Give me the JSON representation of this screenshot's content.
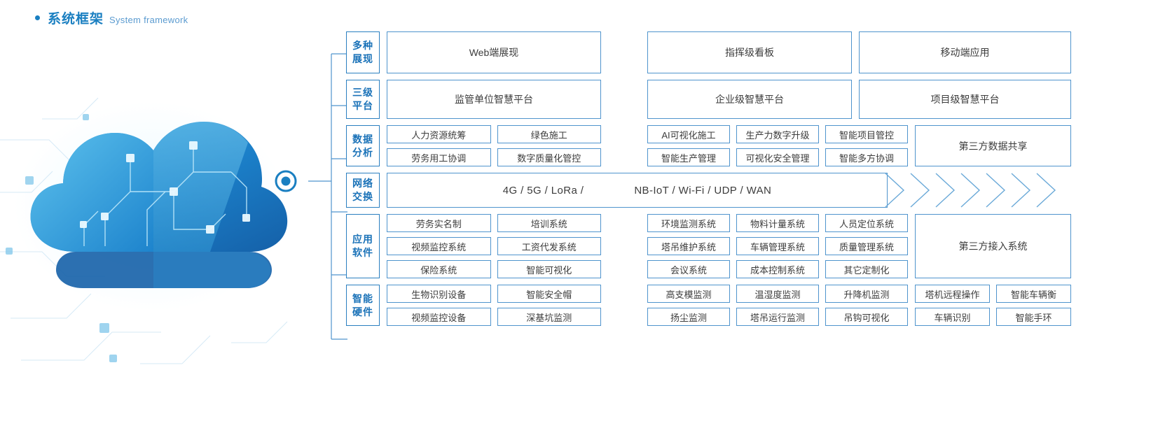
{
  "header": {
    "bullet_icon": "bullet-dot-icon",
    "title_cn": "系统框架",
    "title_en": "System framework",
    "accent_color": "#1a7fc1"
  },
  "colors": {
    "label_border": "#2a7fc0",
    "label_text": "#1a72b8",
    "box_border": "#4f94cd",
    "box_text": "#3c3c3c",
    "cloud_blue": "#1b8fd4",
    "cloud_deep": "#1560a8"
  },
  "rows": [
    {
      "id": "presentation",
      "label": "多种\n展现",
      "groups": [
        {
          "id": "g1",
          "lines": [
            [
              "Web端展现"
            ]
          ]
        },
        {
          "id": "g2",
          "lines": [
            [
              "指挥级看板"
            ]
          ]
        },
        {
          "id": "g3",
          "lines": [
            [
              "移动端应用"
            ]
          ]
        }
      ]
    },
    {
      "id": "three-tier-platform",
      "label": "三级\n平台",
      "groups": [
        {
          "id": "g1",
          "lines": [
            [
              "监管单位智慧平台"
            ]
          ]
        },
        {
          "id": "g2",
          "lines": [
            [
              "企业级智慧平台"
            ]
          ]
        },
        {
          "id": "g3",
          "lines": [
            [
              "项目级智慧平台"
            ]
          ]
        }
      ]
    },
    {
      "id": "data-analysis",
      "label": "数据\n分析",
      "groups": [
        {
          "id": "g1",
          "lines": [
            [
              "人力资源统筹",
              "绿色施工"
            ],
            [
              "劳务用工协调",
              "数字质量化管控"
            ]
          ]
        },
        {
          "id": "g2",
          "lines": [
            [
              "AI可视化施工",
              "生产力数字升级",
              "智能项目管控"
            ],
            [
              "智能生产管理",
              "可视化安全管理",
              "智能多方协调"
            ]
          ]
        },
        {
          "id": "g3",
          "tall": "第三方数据共享"
        }
      ]
    },
    {
      "id": "network-exchange",
      "label": "网络\n交换",
      "network": {
        "left_text": "4G / 5G / LoRa /",
        "right_text": "NB-IoT / Wi-Fi / UDP / WAN",
        "chevron_icon": "chevron-right-icon",
        "chevron_count": 7
      }
    },
    {
      "id": "application-software",
      "label": "应用\n软件",
      "groups": [
        {
          "id": "g1",
          "lines": [
            [
              "劳务实名制",
              "培训系统"
            ],
            [
              "视频监控系统",
              "工资代发系统"
            ],
            [
              "保险系统",
              "智能可视化"
            ]
          ]
        },
        {
          "id": "g2",
          "lines": [
            [
              "环境监测系统",
              "物料计量系统",
              "人员定位系统"
            ],
            [
              "塔吊维护系统",
              "车辆管理系统",
              "质量管理系统"
            ],
            [
              "会议系统",
              "成本控制系统",
              "其它定制化"
            ]
          ]
        },
        {
          "id": "g3",
          "tall": "第三方接入系统"
        }
      ]
    },
    {
      "id": "smart-hardware",
      "label": "智能\n硬件",
      "groups": [
        {
          "id": "g1",
          "lines": [
            [
              "生物识别设备",
              "智能安全帽"
            ],
            [
              "视频监控设备",
              "深基坑监测"
            ]
          ]
        },
        {
          "id": "g2",
          "lines": [
            [
              "高支模监测",
              "温湿度监测",
              "升降机监测"
            ],
            [
              "扬尘监测",
              "塔吊运行监测",
              "吊钩可视化"
            ]
          ]
        },
        {
          "id": "g3",
          "lines": [
            [
              "塔机远程操作",
              "智能车辆衡"
            ],
            [
              "车辆识别",
              "智能手环"
            ]
          ]
        }
      ]
    }
  ]
}
